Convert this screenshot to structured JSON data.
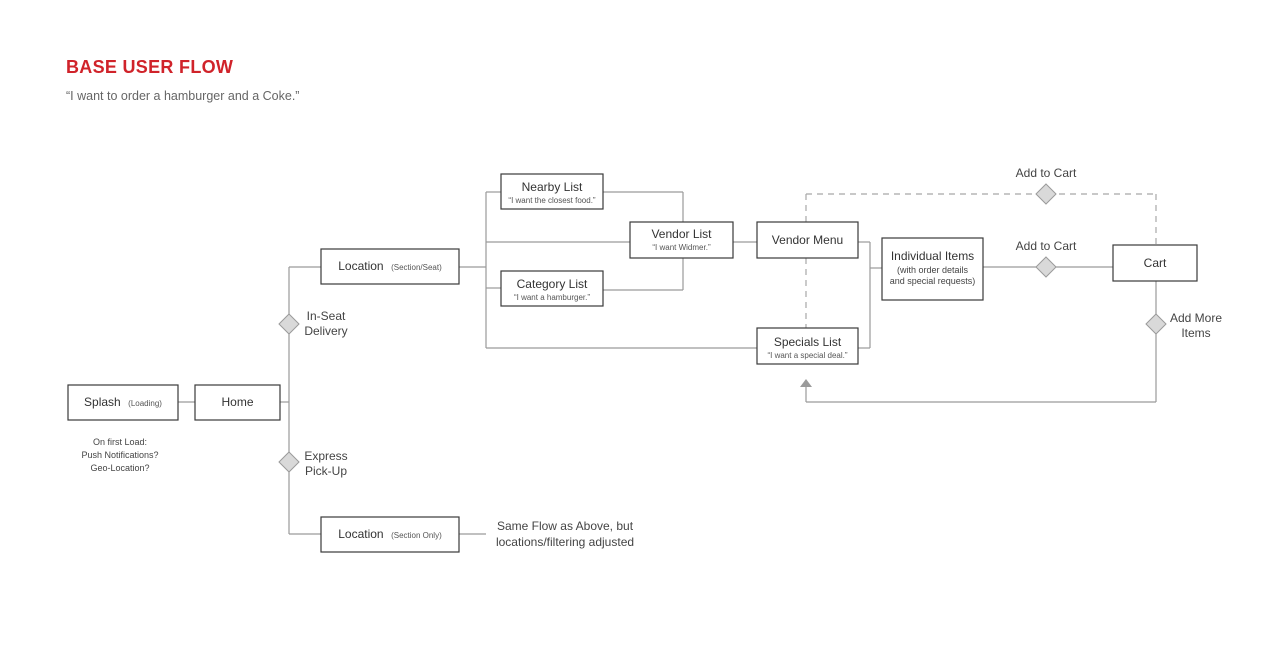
{
  "header": {
    "title": "BASE USER FLOW",
    "subtitle": "“I want to order a hamburger and a Coke.”"
  },
  "nodes": {
    "splash": {
      "label": "Splash",
      "sub": "(Loading)"
    },
    "home": {
      "label": "Home"
    },
    "location_seat": {
      "label": "Location",
      "sub": "(Section/Seat)"
    },
    "location_section": {
      "label": "Location",
      "sub": "(Section Only)"
    },
    "nearby_list": {
      "label": "Nearby List",
      "sub": "“I want the closest food.”"
    },
    "category_list": {
      "label": "Category List",
      "sub": "“I want a hamburger.”"
    },
    "vendor_list": {
      "label": "Vendor List",
      "sub": "“I want Widmer.”"
    },
    "vendor_menu": {
      "label": "Vendor Menu"
    },
    "specials_list": {
      "label": "Specials List",
      "sub": "“I want a special deal.”"
    },
    "individual_items": {
      "label": "Individual Items",
      "sub1": "(with order details",
      "sub2": "and special requests)"
    },
    "cart": {
      "label": "Cart"
    }
  },
  "decisions": {
    "in_seat": {
      "line1": "In-Seat",
      "line2": "Delivery"
    },
    "express": {
      "line1": "Express",
      "line2": "Pick-Up"
    },
    "add_to_cart_top": "Add to Cart",
    "add_to_cart": "Add to Cart",
    "add_more": {
      "line1": "Add More",
      "line2": "Items"
    }
  },
  "notes": {
    "first_load": [
      "On first Load:",
      "Push Notifications?",
      "Geo-Location?"
    ],
    "same_flow": [
      "Same Flow as Above, but",
      "locations/filtering adjusted"
    ]
  },
  "colors": {
    "title": "#d0232a",
    "box_stroke": "#3a3a3a",
    "connector": "#9a9a9a",
    "diamond_fill": "#d9d9d9"
  }
}
